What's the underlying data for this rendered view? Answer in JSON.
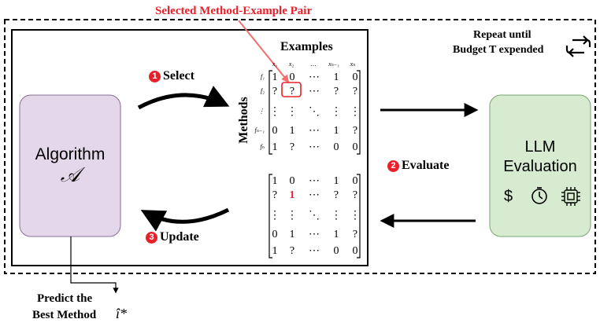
{
  "callout": {
    "label": "Selected Method-Example Pair"
  },
  "loop": {
    "line1": "Repeat until",
    "line2": "Budget T expended"
  },
  "algorithm": {
    "title": "Algorithm",
    "symbol": "𝒜"
  },
  "llm": {
    "line1": "LLM",
    "line2": "Evaluation",
    "icons": [
      "dollar-icon",
      "timer-icon",
      "chip-icon"
    ],
    "dollar_glyph": "$"
  },
  "steps": {
    "select": {
      "num": "1",
      "label": "Select"
    },
    "evaluate": {
      "num": "2",
      "label": "Evaluate"
    },
    "update": {
      "num": "3",
      "label": "Update"
    }
  },
  "matrix": {
    "examples_label": "Examples",
    "methods_label": "Methods",
    "col_headers": [
      "x₁",
      "x₂",
      "…",
      "xₙ₋₁",
      "xₙ"
    ],
    "row_headers": [
      "f₁",
      "f₂",
      "⋮",
      "fₙ₋₁",
      "fₙ"
    ],
    "top_rows": [
      [
        "1",
        "0",
        "⋯",
        "1",
        "0"
      ],
      [
        "?",
        "?",
        "⋯",
        "?",
        "?"
      ],
      [
        "⋮",
        "⋮",
        "⋱",
        "⋮",
        "⋮"
      ],
      [
        "0",
        "1",
        "⋯",
        "1",
        "?"
      ],
      [
        "1",
        "?",
        "⋯",
        "0",
        "0"
      ]
    ],
    "bottom_rows": [
      [
        "1",
        "0",
        "⋯",
        "1",
        "0"
      ],
      [
        "?",
        "1",
        "⋯",
        "?",
        "?"
      ],
      [
        "⋮",
        "⋮",
        "⋱",
        "⋮",
        "⋮"
      ],
      [
        "0",
        "1",
        "⋯",
        "1",
        "?"
      ],
      [
        "1",
        "?",
        "⋯",
        "0",
        "0"
      ]
    ]
  },
  "prediction": {
    "line1": "Predict the",
    "line2": "Best Method",
    "symbol": "î*"
  },
  "colors": {
    "algorithm_fill": "#e5d7ea",
    "algorithm_stroke": "#8a6f96",
    "llm_fill": "#d7ebd1",
    "llm_stroke": "#7aa672",
    "highlight": "#e8202a"
  }
}
